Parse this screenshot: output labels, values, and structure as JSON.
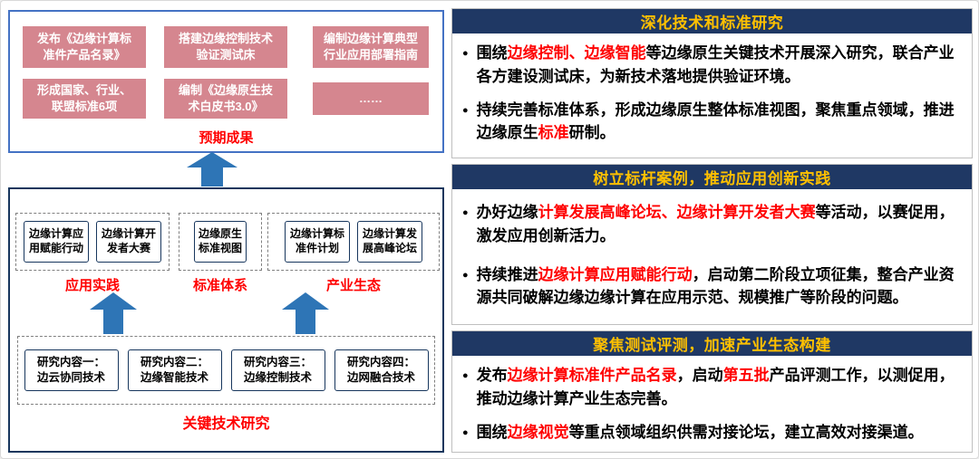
{
  "colors": {
    "header_bg": "#1F3864",
    "header_text": "#FFC000",
    "highlight_red": "#FF0000",
    "pink_box": "#D5868F",
    "arrow_blue": "#2E75B6",
    "top_panel_border": "#4472C4",
    "mid_panel_border": "#17365D"
  },
  "left": {
    "expected": {
      "label": "预期成果",
      "boxes": [
        "发布《边缘计算标准件产品名录》",
        "搭建边缘控制技术验证测试床",
        "编制边缘计算典型行业应用部署指南",
        "形成国家、行业、联盟标准6项",
        "编制《边缘原生技术白皮书3.0》",
        "……"
      ]
    },
    "groups": [
      {
        "label": "应用实践",
        "items": [
          "边缘计算应用赋能行动",
          "边缘计算开发者大赛"
        ]
      },
      {
        "label": "标准体系",
        "items": [
          "边缘原生标准视图"
        ]
      },
      {
        "label": "产业生态",
        "items": [
          "边缘计算标准件计划",
          "边缘计算发展高峰论坛"
        ]
      }
    ],
    "research": {
      "label": "关键技术研究",
      "items": [
        {
          "title": "研究内容一：",
          "tech": "边云协同技术"
        },
        {
          "title": "研究内容二：",
          "tech": "边缘智能技术"
        },
        {
          "title": "研究内容三：",
          "tech": "边缘控制技术"
        },
        {
          "title": "研究内容四：",
          "tech": "边网融合技术"
        }
      ]
    }
  },
  "right": {
    "bullet_glyph": "●",
    "sections": [
      {
        "header": "深化技术和标准研究",
        "bullets": [
          {
            "seg": [
              {
                "t": "围绕"
              },
              {
                "t": "边缘控制、边缘智能",
                "hl": true
              },
              {
                "t": "等边缘原生关键技术开展深入研究，联合产业各方建设测试床，为新技术落地提供验证环境。"
              }
            ]
          },
          {
            "seg": [
              {
                "t": "持续完善标准体系，形成边缘原生整体标准视图，聚焦重点领域，推进边缘原生"
              },
              {
                "t": "标准",
                "hl": true
              },
              {
                "t": "研制。"
              }
            ]
          }
        ]
      },
      {
        "header": "树立标杆案例，推动应用创新实践",
        "bullets": [
          {
            "seg": [
              {
                "t": "办好边缘"
              },
              {
                "t": "计算发展高峰论坛、边缘计算开发者大赛",
                "hl": true
              },
              {
                "t": "等活动，以赛促用，激发应用创新活力。"
              }
            ]
          },
          {
            "seg": [
              {
                "t": "持续推进"
              },
              {
                "t": "边缘计算应用赋能行动",
                "hl": true
              },
              {
                "t": "，启动第二阶段立项征集，整合产业资源共同破解边缘边缘计算在应用示范、规模推广等阶段的问题。"
              }
            ]
          }
        ]
      },
      {
        "header": "聚焦测试评测，加速产业生态构建",
        "bullets": [
          {
            "seg": [
              {
                "t": "发布"
              },
              {
                "t": "边缘计算标准件产品名录",
                "hl": true
              },
              {
                "t": "，启动"
              },
              {
                "t": "第五批",
                "hl": true
              },
              {
                "t": "产品评测工作，以测促用，推动边缘计算产业生态完善。"
              }
            ]
          },
          {
            "seg": [
              {
                "t": "围绕"
              },
              {
                "t": "边缘视觉",
                "hl": true
              },
              {
                "t": "等重点领域组织供需对接论坛，建立高效对接渠道。"
              }
            ]
          }
        ]
      }
    ]
  }
}
